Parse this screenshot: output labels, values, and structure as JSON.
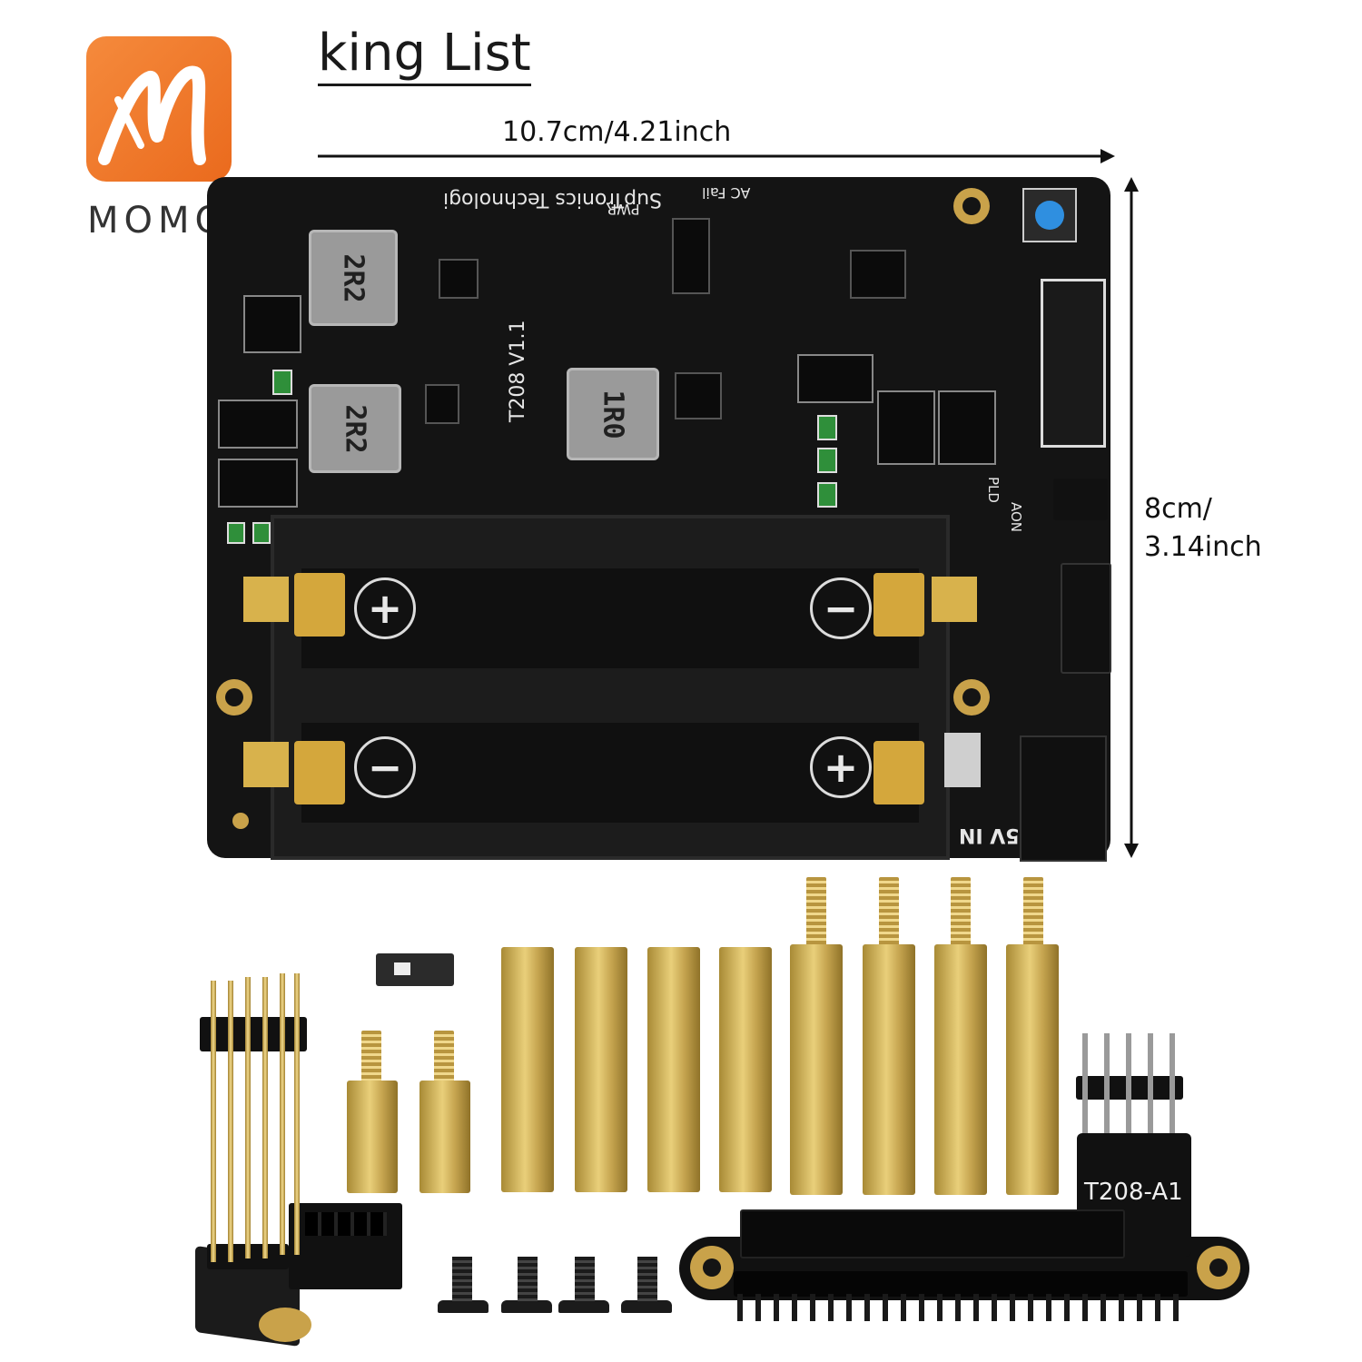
{
  "logo": {
    "text": "MOMO",
    "brand_color": "#ef7a2b"
  },
  "heading": {
    "text": "king List"
  },
  "dimensions": {
    "width_label": "10.7cm/4.21inch",
    "height_label_line1": "8cm/",
    "height_label_line2": "3.14inch"
  },
  "board": {
    "brand_label": "SupTronics Technologi",
    "model_label": "T208 V1.1",
    "pwr_label": "PWR",
    "ac_fail_label": "AC Fail",
    "inductor_labels": [
      "2R2",
      "2R2",
      "1R0"
    ],
    "pld_label": "PLD",
    "aon_label": "AON",
    "input_label": "5V IN",
    "plus_sign": "+",
    "minus_sign": "−"
  },
  "adapter": {
    "label": "T208-A1"
  },
  "colors": {
    "pcb": "#141414",
    "brass": "#d9bb61",
    "button": "#2f8fe0",
    "gold": "#c9a24a"
  }
}
